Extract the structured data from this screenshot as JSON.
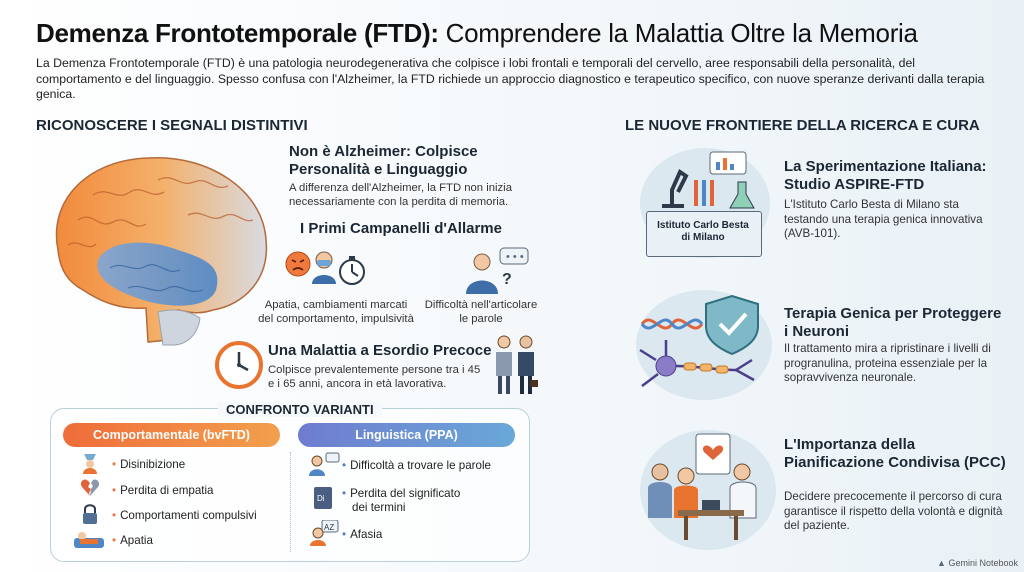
{
  "header": {
    "title_bold": "Demenza Frontotemporale (FTD):",
    "title_rest": " Comprendere la Malattia Oltre la Memoria",
    "intro": "La Demenza Frontotemporale (FTD) è una patologia neurodegenerativa che colpisce i lobi frontali e temporali del cervello, aree responsabili della personalità, del comportamento e del linguaggio. Spesso confusa con l'Alzheimer, la FTD richiede un approccio diagnostico e terapeutico specifico, con nuove speranze derivanti dalla terapia genica."
  },
  "left": {
    "section_title": "RICONOSCERE I SEGNALI DISTINTIVI",
    "not_alz_title": "Non è Alzheimer: Colpisce Personalità e Linguaggio",
    "not_alz_text": "A differenza dell'Alzheimer, la FTD non inizia necessariamente con la perdita di memoria.",
    "alarm_title": "I Primi Campanelli d'Allarme",
    "alarm_a": "Apatia, cambiamenti marcati del comportamento, impulsività",
    "alarm_b": "Difficoltà nell'articolare le parole",
    "early_title": "Una Malattia a Esordio Precoce",
    "early_text": "Colpisce prevalentemente persone tra i 45 e i 65 anni, ancora in età lavorativa."
  },
  "compare": {
    "title": "CONFRONTO VARIANTI",
    "col_a": "Comportamentale (bvFTD)",
    "col_b": "Linguistica (PPA)",
    "items_a": [
      "Disinibizione",
      "Perdita di empatia",
      "Comportamenti compulsivi",
      "Apatia"
    ],
    "items_b": [
      "Difficoltà a trovare le parole",
      "Perdita del significato",
      "dei termini",
      "Afasia"
    ]
  },
  "right": {
    "section_title": "LE NUOVE FRONTIERE DELLA RICERCA E CURA",
    "lab_label": "Istituto Carlo Besta di Milano",
    "r1_title": "La Sperimentazione Italiana: Studio ASPIRE-FTD",
    "r1_text": "L'Istituto Carlo Besta di Milano sta testando una terapia genica innovativa (AVB-101).",
    "r2_title": "Terapia Genica per Proteggere i Neuroni",
    "r2_text": "Il trattamento mira a ripristinare i livelli di progranulina, proteina essenziale per la sopravvivenza neuronale.",
    "r3_title": "L'Importanza della Pianificazione Condivisa (PCC)",
    "r3_text": "Decidere precocemente il percorso di cura garantisce il rispetto della volontà e dignità del paziente."
  },
  "footer": "Gemini Notebook",
  "colors": {
    "orange": "#ef6d3a",
    "blue": "#6f7ccf",
    "teal": "#4d9aa6"
  }
}
